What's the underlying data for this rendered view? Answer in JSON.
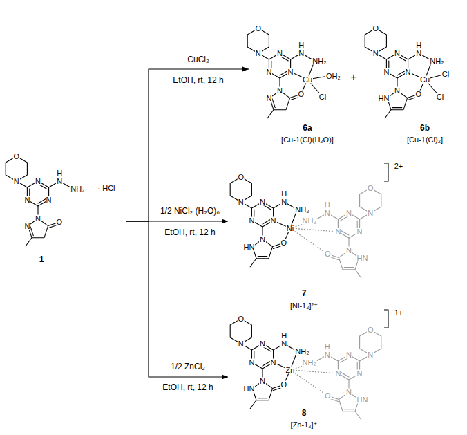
{
  "diagram": {
    "nodes": [
      {
        "text": [
          "1",
          "· HCl"
        ]
      },
      {
        "text": [
          "6a",
          "[Cu-1(Cl)(H₂O)]"
        ]
      },
      {
        "text": [
          "6b",
          "[Cu-1(Cl)₂]"
        ]
      },
      {
        "text": [
          "7",
          "[Ni-1₂]²⁺"
        ]
      },
      {
        "text": [
          "8",
          "[Zn-1₂]⁺"
        ]
      }
    ],
    "edges": [
      {
        "from": 0,
        "to": 1,
        "arrow": "to"
      },
      {
        "from": 0,
        "to": 3,
        "arrow": "to"
      },
      {
        "from": 0,
        "to": 4,
        "arrow": "to"
      }
    ],
    "labels": [
      "CuCl₂",
      "EtOH, rt, 12 h",
      "1/2 NiCl₂ (H₂O)₆",
      "EtOH, rt, 12 h",
      "1/2 ZnCl₂",
      "EtOH, rt, 12 h",
      "+",
      "2+",
      "1+",
      "O",
      "N",
      "N",
      "N",
      "N",
      "N",
      "H",
      "NH₂",
      "N",
      "N",
      "O",
      "O",
      "N",
      "N",
      "N",
      "N",
      "N",
      "H",
      "NH₂",
      "N",
      "N",
      "O",
      "Cu",
      "OH₂",
      "Cl",
      "O",
      "N",
      "N",
      "N",
      "N",
      "N",
      "H",
      "NH₂",
      "N",
      "HN",
      "O",
      "Cu",
      "Cl",
      "Cl",
      "O",
      "N",
      "N",
      "N",
      "N",
      "N",
      "H",
      "NH₂",
      "N",
      "HN",
      "O",
      "O",
      "N",
      "N",
      "N",
      "N",
      "N",
      "H",
      "NH₂",
      "N",
      "HN",
      "O",
      "Ni",
      "O",
      "N",
      "N",
      "N",
      "N",
      "N",
      "H",
      "NH₂",
      "N",
      "HN",
      "O",
      "O",
      "N",
      "N",
      "N",
      "N",
      "N",
      "H",
      "NH₂",
      "N",
      "HN",
      "O",
      "Zn"
    ]
  }
}
